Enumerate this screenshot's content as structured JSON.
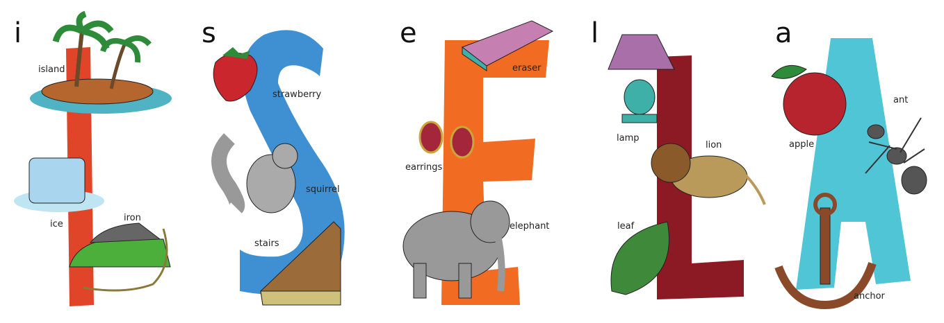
{
  "panels": [
    {
      "letter": "i",
      "color": "#e0452a",
      "labels": [
        "island",
        "ice",
        "iron"
      ]
    },
    {
      "letter": "s",
      "color": "#3f8fd3",
      "labels": [
        "strawberry",
        "squirrel",
        "stairs"
      ]
    },
    {
      "letter": "e",
      "color": "#f26b22",
      "labels": [
        "eraser",
        "earrings",
        "elephant"
      ]
    },
    {
      "letter": "l",
      "color": "#8b1a24",
      "labels": [
        "lamp",
        "lion",
        "leaf"
      ]
    },
    {
      "letter": "a",
      "color": "#4fc5d6",
      "labels": [
        "apple",
        "ant",
        "anchor"
      ]
    }
  ]
}
